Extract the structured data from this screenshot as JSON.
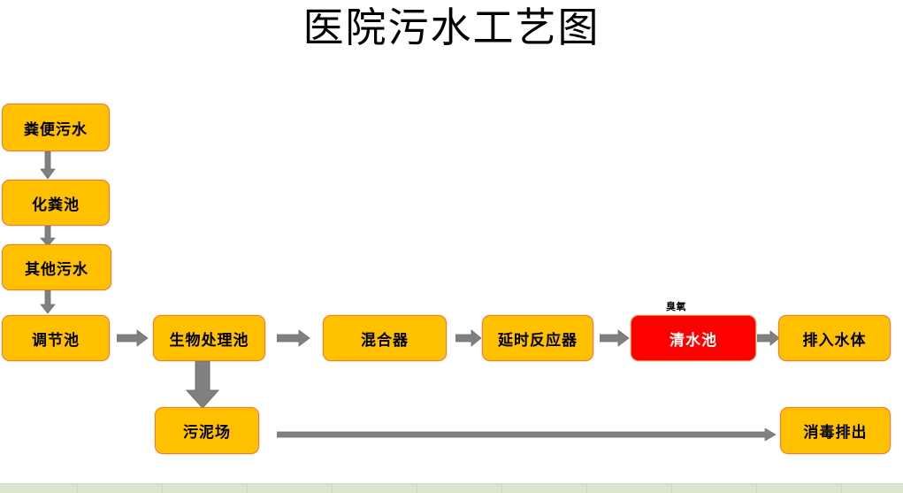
{
  "title": "医院污水工艺图",
  "colors": {
    "node_fill": "#FFC000",
    "node_border": "#ED7D31",
    "highlight_fill": "#FF0000",
    "arrow": "#808080",
    "text": "#000000",
    "background": "#FFFFFF",
    "sheet_strip": "#D7E8CE"
  },
  "nodes": {
    "fecal_sewage": "粪便污水",
    "septic_tank": "化粪池",
    "other_sewage": "其他污水",
    "regulating_tank": "调节池",
    "bio_treatment_tank": "生物处理池",
    "mixer": "混合器",
    "delay_reactor": "延时反应器",
    "clear_water_tank": "清水池",
    "discharge_to_water": "排入水体",
    "sludge_field": "污泥场",
    "disinfected_discharge": "消毒排出"
  },
  "labels": {
    "ozone": "臭氧"
  },
  "flow": {
    "vertical_chain": [
      "粪便污水",
      "化粪池",
      "其他污水",
      "调节池"
    ],
    "main_chain": [
      "调节池",
      "生物处理池",
      "混合器",
      "延时反应器",
      "清水池",
      "排入水体"
    ],
    "branch": [
      "生物处理池",
      "污泥场"
    ],
    "bottom_chain": [
      "污泥场",
      "消毒排出"
    ]
  }
}
